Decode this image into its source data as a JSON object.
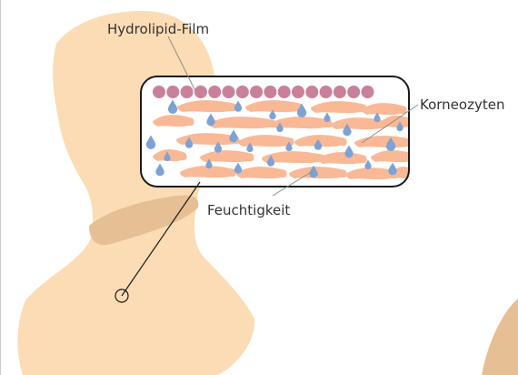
{
  "labels": {
    "hydrolipid_film": "Hydrolipid-Film",
    "corneocytes": "Korneozyten",
    "moisture": "Feuchtigkeit"
  },
  "colors": {
    "skin": "#fbdcb4",
    "skin_shadow": "#e6bf94",
    "lipid": "#c9819b",
    "cell": "#f9b996",
    "drop": "#7da2d6",
    "outline": "#1a1a1a",
    "leader": "#8c8c8c",
    "bg": "#ffffff"
  }
}
